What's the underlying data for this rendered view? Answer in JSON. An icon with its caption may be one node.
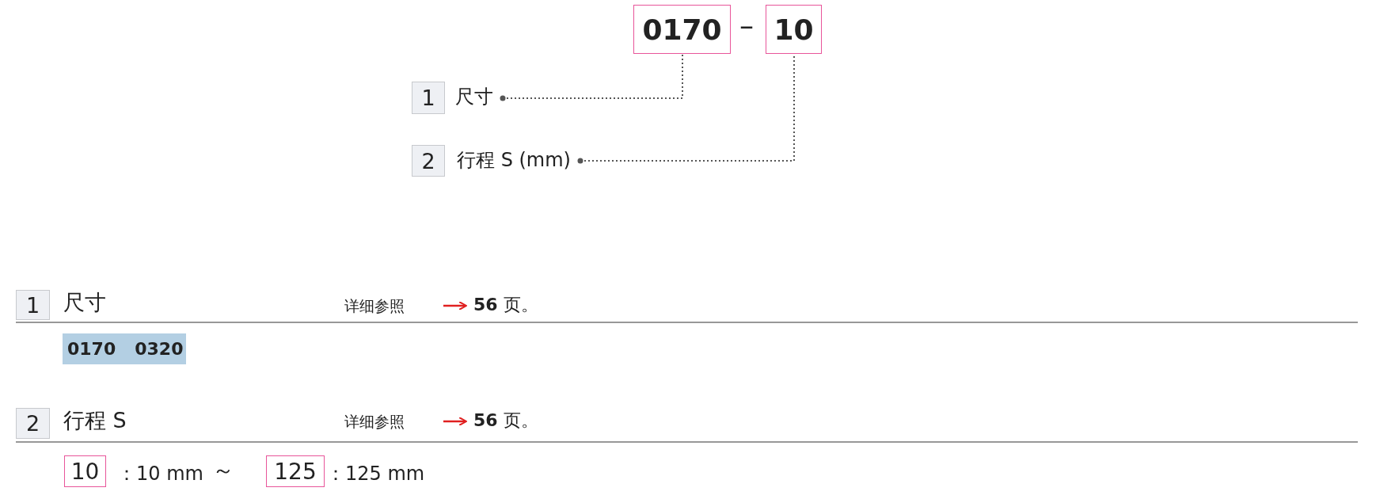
{
  "diagram": {
    "nodes": [
      {
        "text": [
          "0170"
        ]
      },
      {
        "text": [
          "10"
        ]
      },
      {
        "text": [
          "1"
        ],
        "beside": [
          "尺寸"
        ]
      },
      {
        "text": [
          "2"
        ],
        "beside": [
          "行程 S (mm)"
        ]
      },
      {
        "text": [
          "1"
        ],
        "beside": [
          "尺寸"
        ]
      },
      {
        "text": [
          "0170",
          "0320"
        ]
      },
      {
        "text": [
          "2"
        ],
        "beside": [
          "行程 S"
        ]
      },
      {
        "text": [
          "10"
        ],
        "beside": [
          "：10 mm"
        ]
      },
      {
        "text": [
          "125"
        ],
        "beside": [
          "：125 mm"
        ]
      }
    ],
    "edges": [
      {
        "from": 2,
        "to": 0,
        "arrow": "other"
      },
      {
        "from": 3,
        "to": 1,
        "arrow": "other"
      }
    ],
    "labels": [
      "–",
      "详细参照",
      "**56** 页。",
      "详细参照",
      "**56** 页。",
      "～"
    ]
  }
}
